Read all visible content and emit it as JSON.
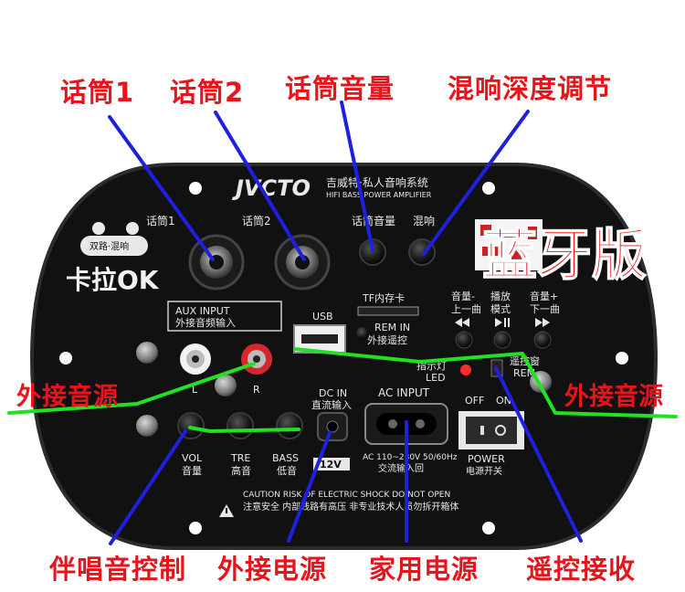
{
  "colors": {
    "callout": "#e8141c",
    "pointer_blue": "#1f1fe0",
    "pointer_green": "#22e022",
    "panel": "#111111",
    "panel_text": "#e8e8e8",
    "badge": "#e8141c"
  },
  "callouts": {
    "mic1": "话筒1",
    "mic2": "话筒2",
    "mic_volume": "话筒音量",
    "reverb_depth": "混响深度调节",
    "ext_source_left": "外接音源",
    "ext_source_right": "外接音源",
    "karaoke_control": "伴唱音控制",
    "ext_power": "外接电源",
    "home_power": "家用电源",
    "remote_receive": "遥控接收"
  },
  "badge": {
    "text": "蓝牙版"
  },
  "panel": {
    "brand": "JVCTO",
    "brand_cn": "吉威特·私人音响系统",
    "brand_sub": "HIFI BASS POWER AMPLIFIER",
    "logo_top": "双路·混响",
    "logo_main": "卡拉OK",
    "mic1_label": "话筒1",
    "mic2_label": "话筒2",
    "mic_vol_label": "话筒音量",
    "reverb_label": "混响",
    "aux_title": "AUX INPUT",
    "aux_sub": "外接音频输入",
    "aux_l": "L",
    "aux_r": "R",
    "usb_label": "USB",
    "tf_label": "TF内存卡",
    "rem_in": "REM IN",
    "rem_in_cn": "外接遥控",
    "vol_minus": "音量-",
    "vol_minus_sub": "上一曲",
    "play_mode": "播放",
    "play_mode_sub": "模式",
    "vol_plus": "音量+",
    "vol_plus_sub": "下一曲",
    "indicator": "指示灯",
    "indicator_led": "LED",
    "remote_window": "遥控窗",
    "remote_rem": "REM",
    "dc_in": "DC IN",
    "dc_in_cn": "直流输入",
    "dc_volt": "12V",
    "ac_input": "AC INPUT",
    "ac_spec": "AC 110~230V 50/60Hz",
    "ac_cn": "交流输入回",
    "off": "OFF",
    "on": "ON",
    "power": "POWER",
    "power_cn": "电源开关",
    "vol": "VOL",
    "vol_cn": "音量",
    "tre": "TRE",
    "tre_cn": "高音",
    "bass": "BASS",
    "bass_cn": "低音",
    "caution": "CAUTION RISK OF ELECTRIC SHOCK DO NOT OPEN",
    "caution_cn": "注意安全 内部线路有高压 非专业技术人员勿拆开箱体"
  }
}
